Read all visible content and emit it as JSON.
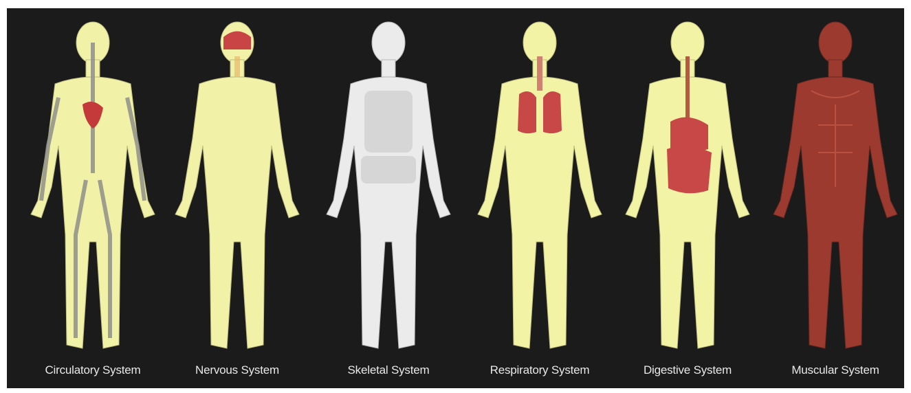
{
  "colors": {
    "background": "#1b1b1b",
    "body_yellow": "#f3f3a6",
    "body_white": "#ebebeb",
    "organ_red": "#c43a3a",
    "muscle_red": "#9c3a30",
    "caption_text": "#e9e9e9"
  },
  "figures": [
    {
      "label": "Circulatory System",
      "style": "yellow-white",
      "organ": "heart-vessels"
    },
    {
      "label": "Nervous System",
      "style": "yellow",
      "organ": "brain"
    },
    {
      "label": "Skeletal System",
      "style": "white",
      "organ": "bones"
    },
    {
      "label": "Respiratory System",
      "style": "yellow",
      "organ": "lungs"
    },
    {
      "label": "Digestive System",
      "style": "yellow",
      "organ": "stomach-intestines"
    },
    {
      "label": "Muscular System",
      "style": "red",
      "organ": "muscles"
    }
  ]
}
